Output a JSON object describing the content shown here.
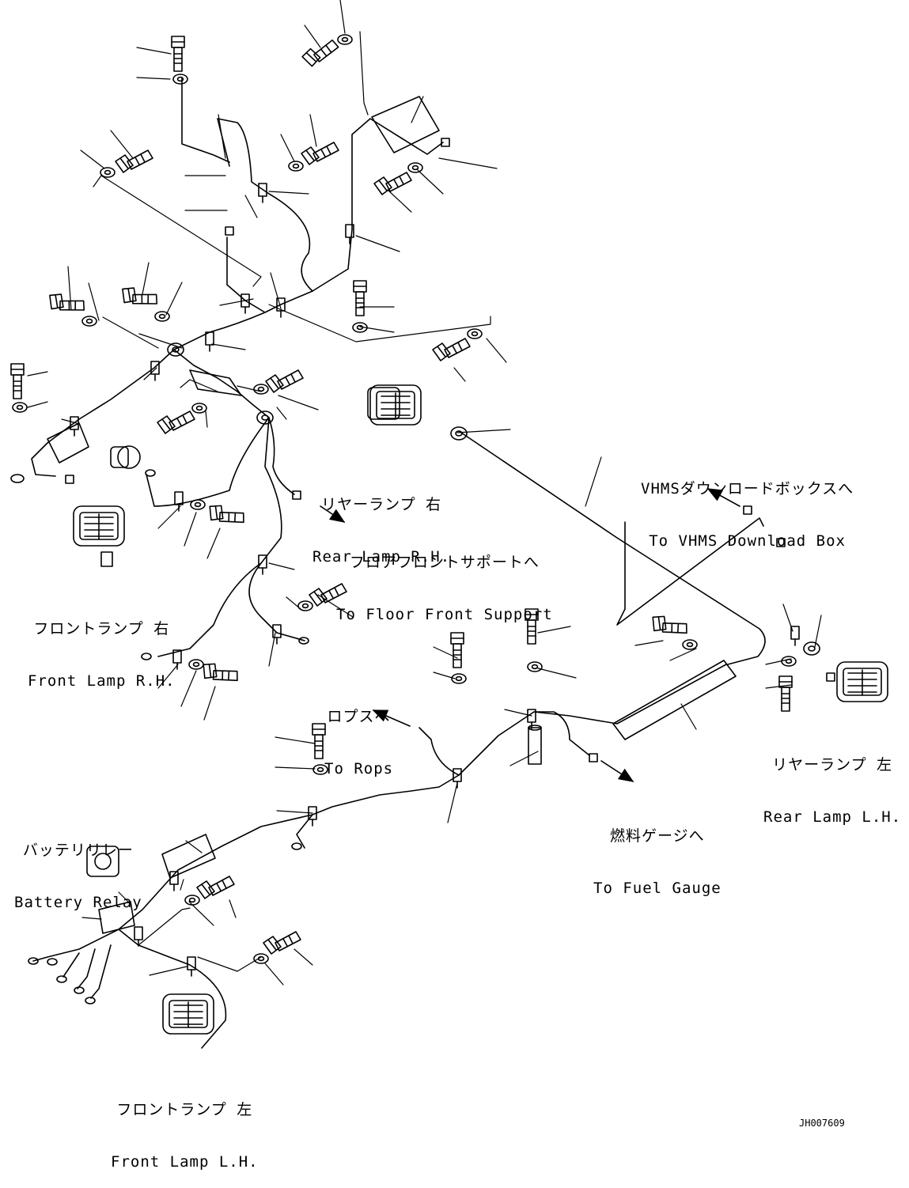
{
  "labels": {
    "rear_lamp_rh": {
      "ja": "リヤーランプ 右",
      "en": "Rear Lamp R.H."
    },
    "vhms": {
      "ja": "VHMSダウンロードボックスへ",
      "en": "To VHMS Download Box"
    },
    "floor_front_support": {
      "ja": "フロアフロントサポートへ",
      "en": "To Floor Front Support"
    },
    "front_lamp_rh": {
      "ja": "フロントランプ 右",
      "en": "Front Lamp R.H."
    },
    "rops": {
      "ja": "ロプスへ",
      "en": "To Rops"
    },
    "rear_lamp_lh": {
      "ja": "リヤーランプ 左",
      "en": "Rear Lamp L.H."
    },
    "fuel_gauge": {
      "ja": "燃料ゲージへ",
      "en": "To Fuel Gauge"
    },
    "battery_relay": {
      "ja": "バッテリリレー",
      "en": "Battery Relay"
    },
    "front_lamp_lh": {
      "ja": "フロントランプ 左",
      "en": "Front Lamp L.H."
    }
  },
  "drawing_number": "JH007609"
}
